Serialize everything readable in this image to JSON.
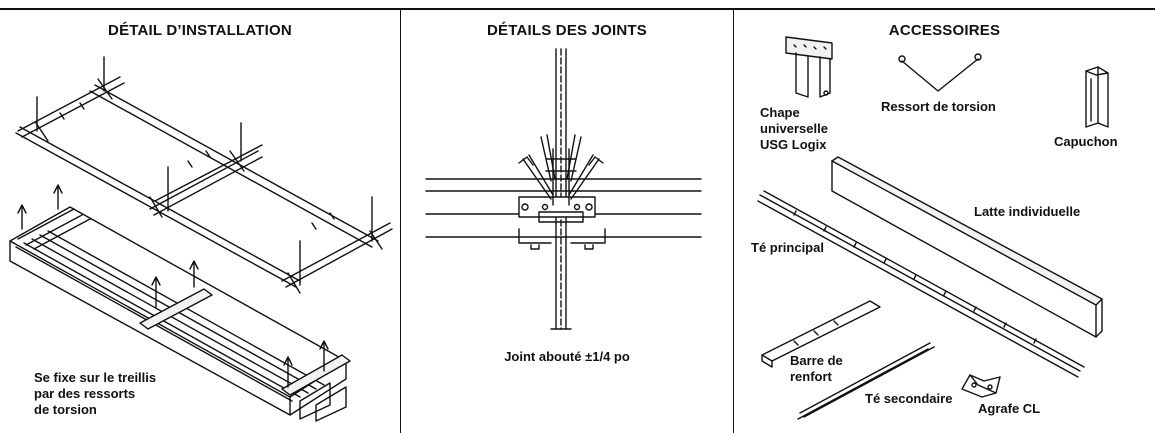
{
  "panels": {
    "installation": {
      "title": "DÉTAIL D’INSTALLATION",
      "caption": "Se fixe sur le treillis\npar des ressorts\nde torsion"
    },
    "joints": {
      "title": "DÉTAILS DES JOINTS",
      "caption": "Joint abouté ±1/4 po"
    },
    "accessories": {
      "title": "ACCESSOIRES",
      "items": {
        "chape": "Chape\nuniverselle\nUSG Logix",
        "ressort": "Ressort de torsion",
        "capuchon": "Capuchon",
        "latte": "Latte individuelle",
        "te_principal": "Té principal",
        "barre": "Barre de\nrenfort",
        "te_secondaire": "Té secondaire",
        "agrafe": "Agrafe CL"
      }
    }
  },
  "colors": {
    "line": "#111111",
    "background": "#ffffff",
    "fill": "#f2f2f2"
  }
}
